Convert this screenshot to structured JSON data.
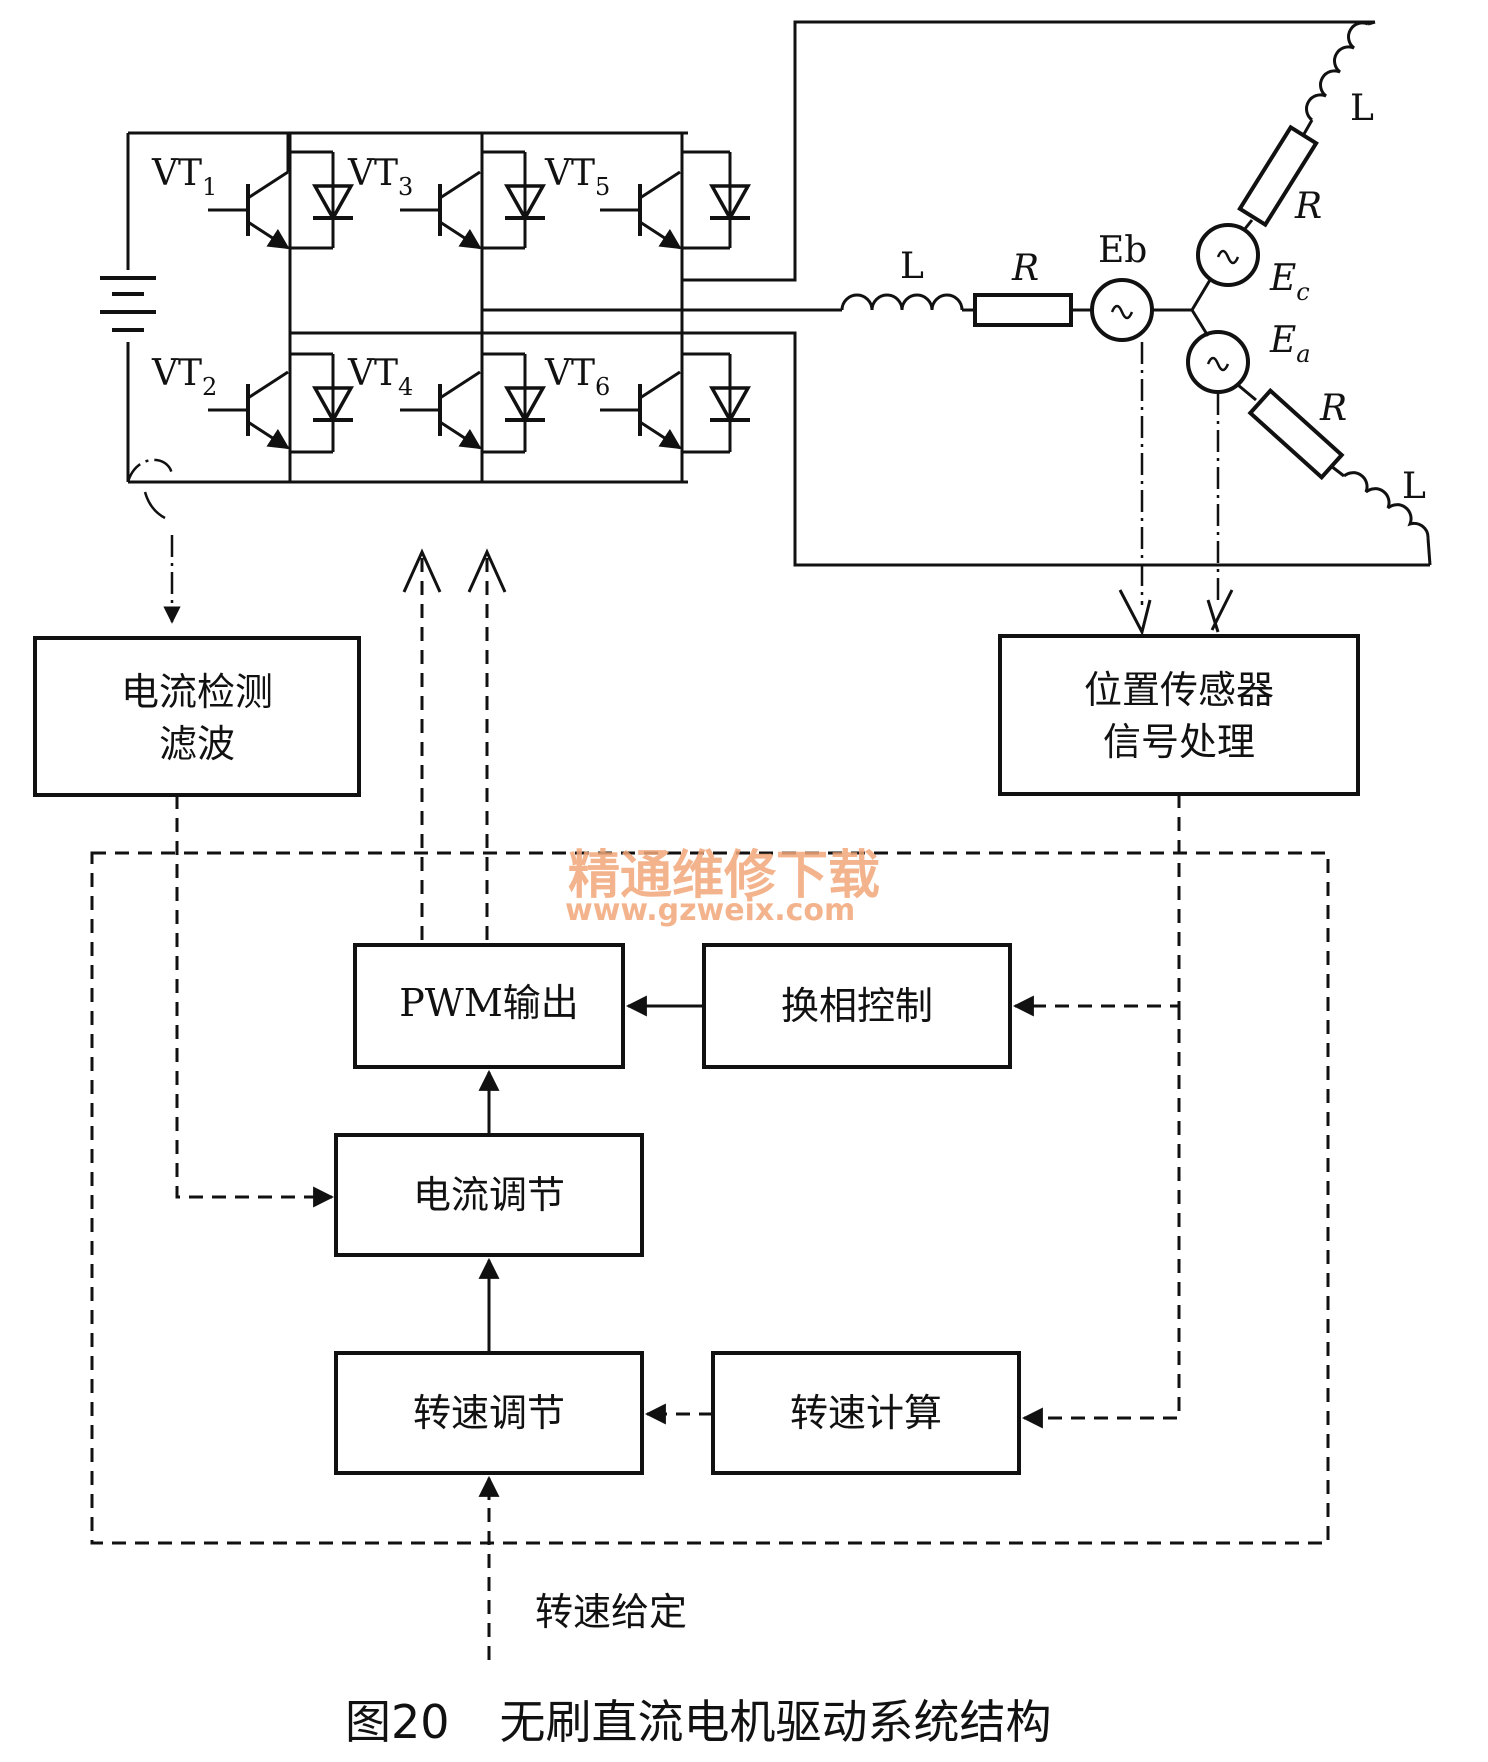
{
  "switches": {
    "vt1": {
      "base": "VT",
      "sub": "1"
    },
    "vt2": {
      "base": "VT",
      "sub": "2"
    },
    "vt3": {
      "base": "VT",
      "sub": "3"
    },
    "vt4": {
      "base": "VT",
      "sub": "4"
    },
    "vt5": {
      "base": "VT",
      "sub": "5"
    },
    "vt6": {
      "base": "VT",
      "sub": "6"
    }
  },
  "motor": {
    "inductor_b": "L",
    "resistor_b": "R",
    "emf_b": "Eb",
    "inductor_c": "L",
    "resistor_c": "R",
    "emf_c": {
      "base": "E",
      "sub": "c"
    },
    "inductor_a": "L",
    "resistor_a": "R",
    "emf_a": {
      "base": "E",
      "sub": "a"
    }
  },
  "blocks": {
    "current_detect": {
      "line1": "电流检测",
      "line2": "滤波"
    },
    "position_sensor": {
      "line1": "位置传感器",
      "line2": "信号处理"
    },
    "pwm_output": "PWM输出",
    "commutation": "换相控制",
    "current_reg": "电流调节",
    "speed_reg": "转速调节",
    "speed_calc": "转速计算"
  },
  "speed_setpoint": "转速给定",
  "caption": {
    "fig": "图20",
    "title": "无刷直流电机驱动系统结构"
  },
  "watermark": {
    "line1": "精通维修下载",
    "line2": "www.gzweix.com",
    "color": "#f2a77a"
  }
}
